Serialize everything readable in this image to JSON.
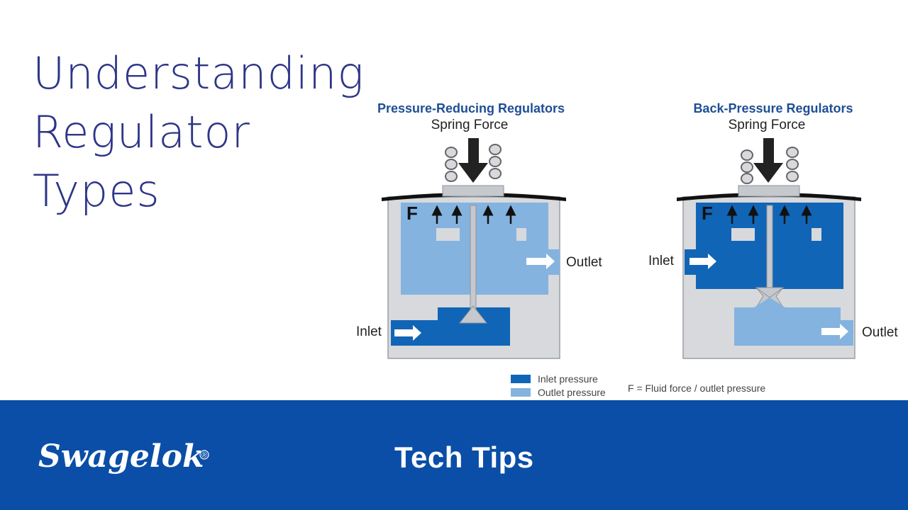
{
  "title_lines": [
    "Understanding",
    "Regulator",
    "Types"
  ],
  "diagrams": {
    "left": {
      "heading": "Pressure-Reducing Regulators",
      "spring_label": "Spring Force",
      "force_label": "F",
      "inlet_label": "Inlet",
      "outlet_label": "Outlet"
    },
    "right": {
      "heading": "Back-Pressure Regulators",
      "spring_label": "Spring Force",
      "force_label": "F",
      "inlet_label": "Inlet",
      "outlet_label": "Outlet"
    }
  },
  "legend": {
    "inlet": "Inlet pressure",
    "outlet": "Outlet pressure",
    "note": "F = Fluid force / outlet pressure"
  },
  "footer": {
    "brand": "Swagelok",
    "registered_mark": "®",
    "series": "Tech Tips"
  },
  "colors": {
    "title": "#2e3587",
    "footer_bg": "#0a4ea7",
    "inlet_pressure": "#1165b6",
    "outlet_pressure": "#85b3e0",
    "body_gray": "#d7d9dc",
    "heading": "#1f4e94"
  },
  "icons": [
    "spring-icon",
    "force-arrow-icon",
    "flow-arrow-icon",
    "swagelok-logo"
  ]
}
